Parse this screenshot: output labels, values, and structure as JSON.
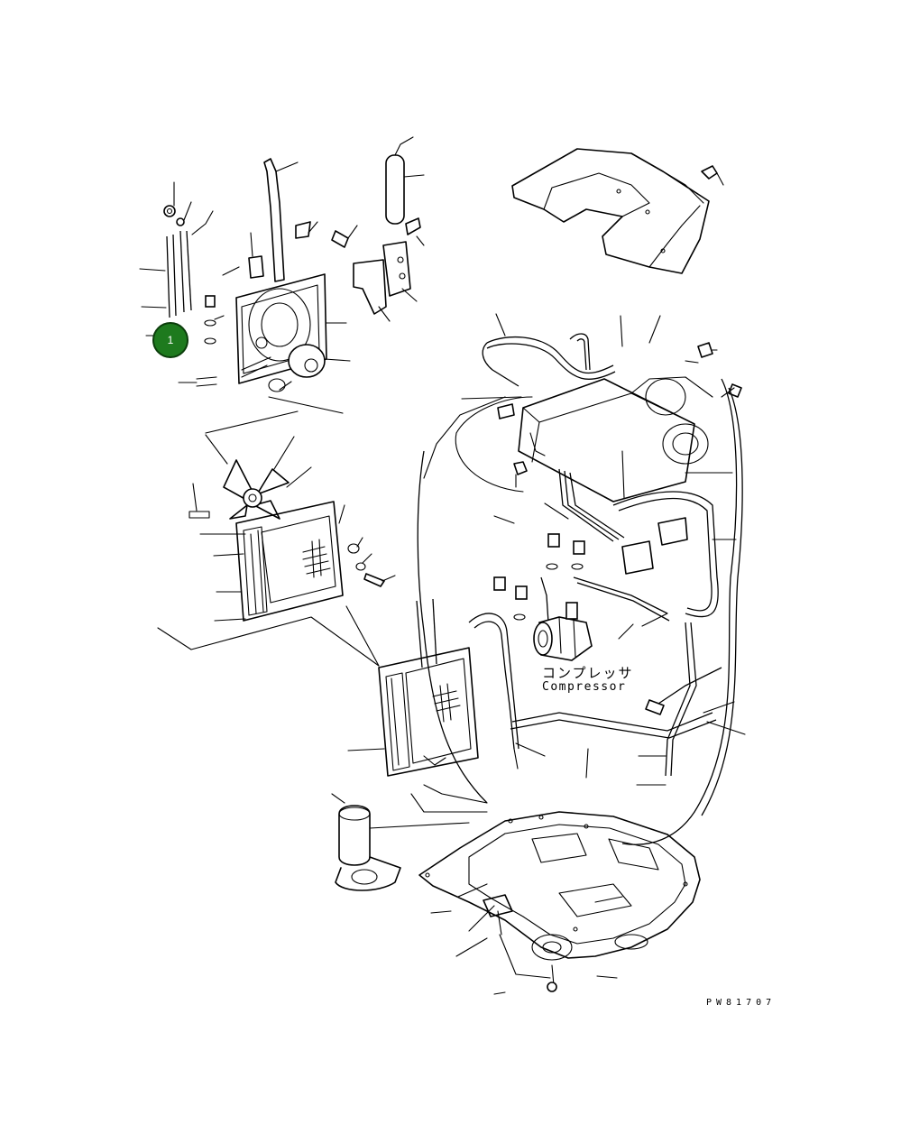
{
  "diagram": {
    "labels": {
      "compressor_jp": "コンプレッサ",
      "compressor_en": "Compressor",
      "drawing_number": "PW81707"
    },
    "callouts": [
      {
        "number": "1",
        "color": "#1e7a1e"
      }
    ]
  }
}
